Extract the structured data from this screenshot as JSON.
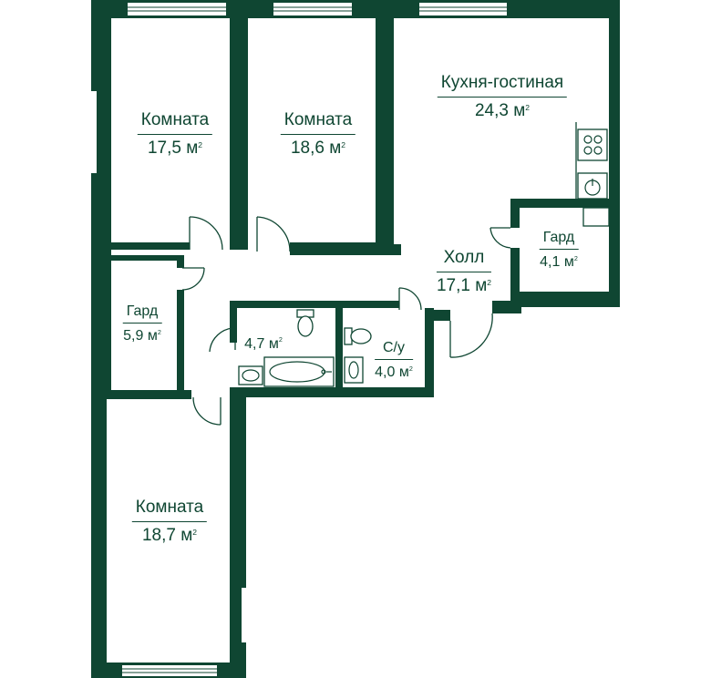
{
  "colors": {
    "wall": "#0f4632",
    "background": "#ffffff"
  },
  "unit": "м",
  "unit_power": "2",
  "rooms": [
    {
      "id": "room1",
      "name": "Комната",
      "area": "17,5"
    },
    {
      "id": "room2",
      "name": "Комната",
      "area": "18,6"
    },
    {
      "id": "kitchen",
      "name": "Кухня-гостиная",
      "area": "24,3"
    },
    {
      "id": "ward1",
      "name": "Гард",
      "area": "4,1"
    },
    {
      "id": "hall",
      "name": "Холл",
      "area": "17,1"
    },
    {
      "id": "ward2",
      "name": "Гард",
      "area": "5,9"
    },
    {
      "id": "bath",
      "name": "",
      "area": "4,7"
    },
    {
      "id": "wc",
      "name": "С/у",
      "area": "4,0"
    },
    {
      "id": "room3",
      "name": "Комната",
      "area": "18,7"
    }
  ],
  "fixtures": [
    "stove-icon",
    "kitchen-sink-icon",
    "bathtub-icon",
    "toilet-icon",
    "washbasin-icon"
  ]
}
